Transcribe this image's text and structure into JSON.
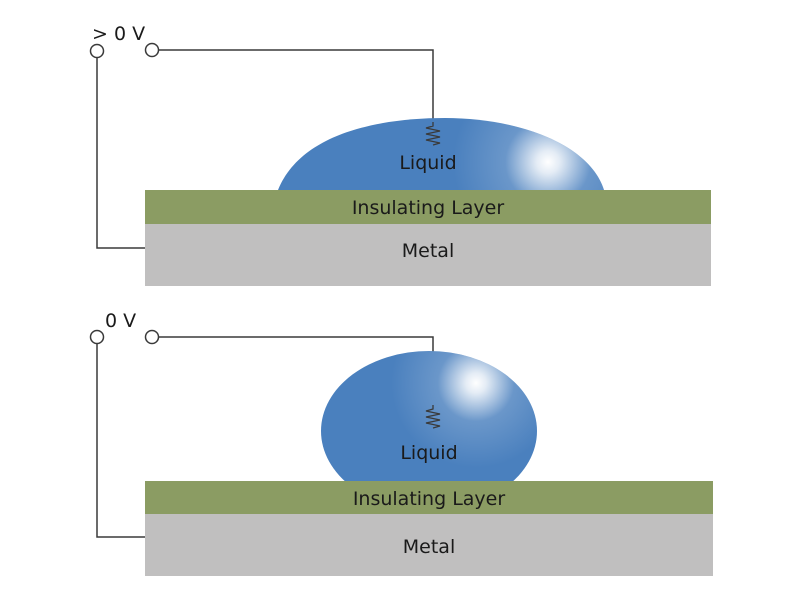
{
  "colors": {
    "liquid": "#4a80be",
    "liquid_highlight": "#ffffff",
    "insulating_layer": "#8b9c63",
    "metal": "#c0bfbf",
    "wire": "#3a3a3a",
    "text": "#1a1a1a",
    "background": "#ffffff"
  },
  "icons": {
    "terminal": "open-circle-terminal-icon",
    "electrode": "zigzag-resistor-electrode-icon"
  },
  "panels": [
    {
      "voltage_label": "> 0 V",
      "liquid_label": "Liquid",
      "insulating_label": "Insulating Layer",
      "metal_label": "Metal"
    },
    {
      "voltage_label": "0 V",
      "liquid_label": "Liquid",
      "insulating_label": "Insulating Layer",
      "metal_label": "Metal"
    }
  ]
}
